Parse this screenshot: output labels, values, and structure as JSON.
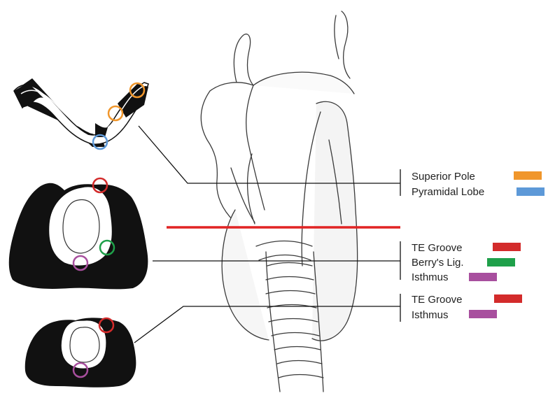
{
  "legend_groups": [
    {
      "items": [
        {
          "label": "Superior Pole",
          "color": "#f0962b"
        },
        {
          "label": "Pyramidal Lobe",
          "color": "#5d99d8"
        }
      ]
    },
    {
      "items": [
        {
          "label": "TE Groove",
          "color": "#d32b2b"
        },
        {
          "label": "Berry's Lig.",
          "color": "#1fa04a"
        },
        {
          "label": "Isthmus",
          "color": "#a84f9e"
        }
      ]
    },
    {
      "items": [
        {
          "label": "TE Groove",
          "color": "#d32b2b"
        },
        {
          "label": "Isthmus",
          "color": "#a84f9e"
        }
      ]
    }
  ],
  "markers": {
    "superior_pole": "#f0962b",
    "pyramidal_lobe": "#5d99d8",
    "te_groove": "#d32b2b",
    "berrys_ligament": "#1fa04a",
    "isthmus": "#a84f9e",
    "cut_line": "#e12424"
  }
}
